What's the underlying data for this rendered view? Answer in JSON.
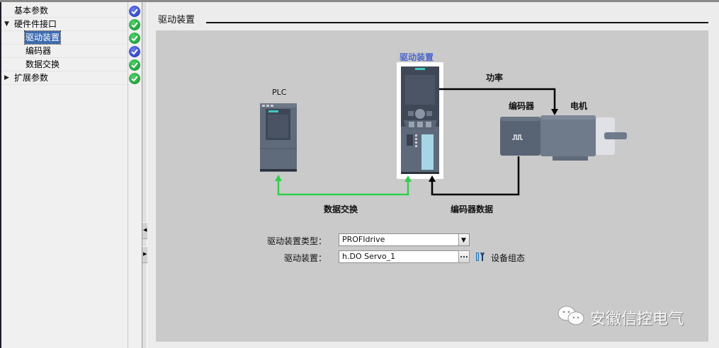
{
  "nav": {
    "items": [
      {
        "label": "基本参数",
        "level": 0,
        "expander": "",
        "status": "blue"
      },
      {
        "label": "硬件件接口",
        "level": 0,
        "expander": "▼",
        "status": "green"
      },
      {
        "label": "驱动装置",
        "level": 1,
        "expander": "",
        "status": "green",
        "selected": true
      },
      {
        "label": "编码器",
        "level": 1,
        "expander": "",
        "status": "blue"
      },
      {
        "label": "数据交换",
        "level": 1,
        "expander": "",
        "status": "green"
      },
      {
        "label": "扩展参数",
        "level": 0,
        "expander": "▶",
        "status": "green"
      }
    ]
  },
  "splitter": {
    "collapse_left": "◀",
    "expand_right": "▶"
  },
  "section": {
    "title": "驱动装置"
  },
  "diagram": {
    "plc_label": "PLC",
    "drive_label": "驱动装置",
    "power_label": "功率",
    "encoder_label": "编码器",
    "motor_label": "电机",
    "data_exchange_label": "数据交换",
    "encoder_data_label": "编码器数据",
    "colors": {
      "data_link": "#2fcf4a",
      "power_link": "#000000",
      "drive_title": "#4d66c8",
      "device_body": "#5e6a7a",
      "drive_frame": "#ffffff"
    }
  },
  "form": {
    "drive_type_label": "驱动装置类型：",
    "drive_type_value": "PROFIdrive",
    "drive_label": "驱动装置：",
    "drive_value": "h.DO Servo_1",
    "browse_label": "...",
    "device_config_label": "设备组态",
    "dropdown_icon": "▼"
  },
  "watermark": {
    "text": "安徽信控电气"
  }
}
